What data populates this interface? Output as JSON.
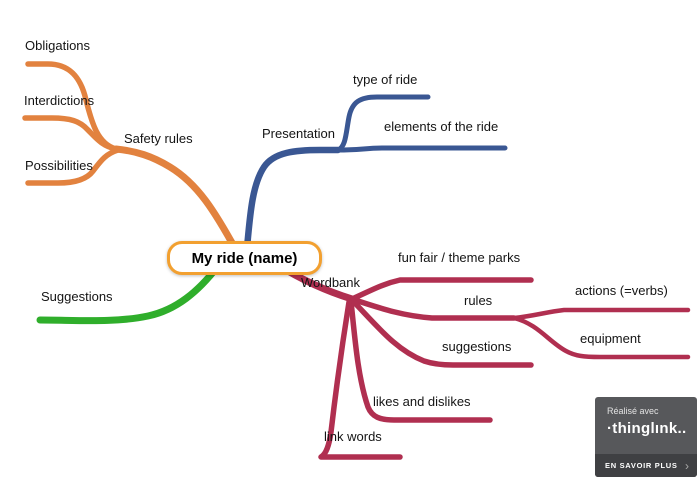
{
  "central": {
    "label": "My ride (name)"
  },
  "nodes": {
    "obligations": "Obligations",
    "interdictions": "Interdictions",
    "possibilities": "Possibilities",
    "safety_rules": "Safety rules",
    "presentation": "Presentation",
    "type_of_ride": "type of ride",
    "elements_of_the_ride": "elements of the ride",
    "suggestions_left": "Suggestions",
    "wordbank": "Wordbank",
    "fun_fair": "fun fair / theme parks",
    "rules": "rules",
    "actions": "actions (=verbs)",
    "equipment": "equipment",
    "suggestions_right": "suggestions",
    "likes_and_dislikes": "likes and dislikes",
    "link_words": "link words"
  },
  "colors": {
    "safety_branch": "#E2823F",
    "presentation_branch": "#3A5793",
    "suggestions_branch": "#2FAE2B",
    "wordbank_branch": "#B02F50",
    "central_border": "#F2A030"
  },
  "badge": {
    "tagline": "Réalisé avec",
    "logo": "·thinglınk..",
    "cta": "EN SAVOIR PLUS",
    "chevron": "›"
  }
}
